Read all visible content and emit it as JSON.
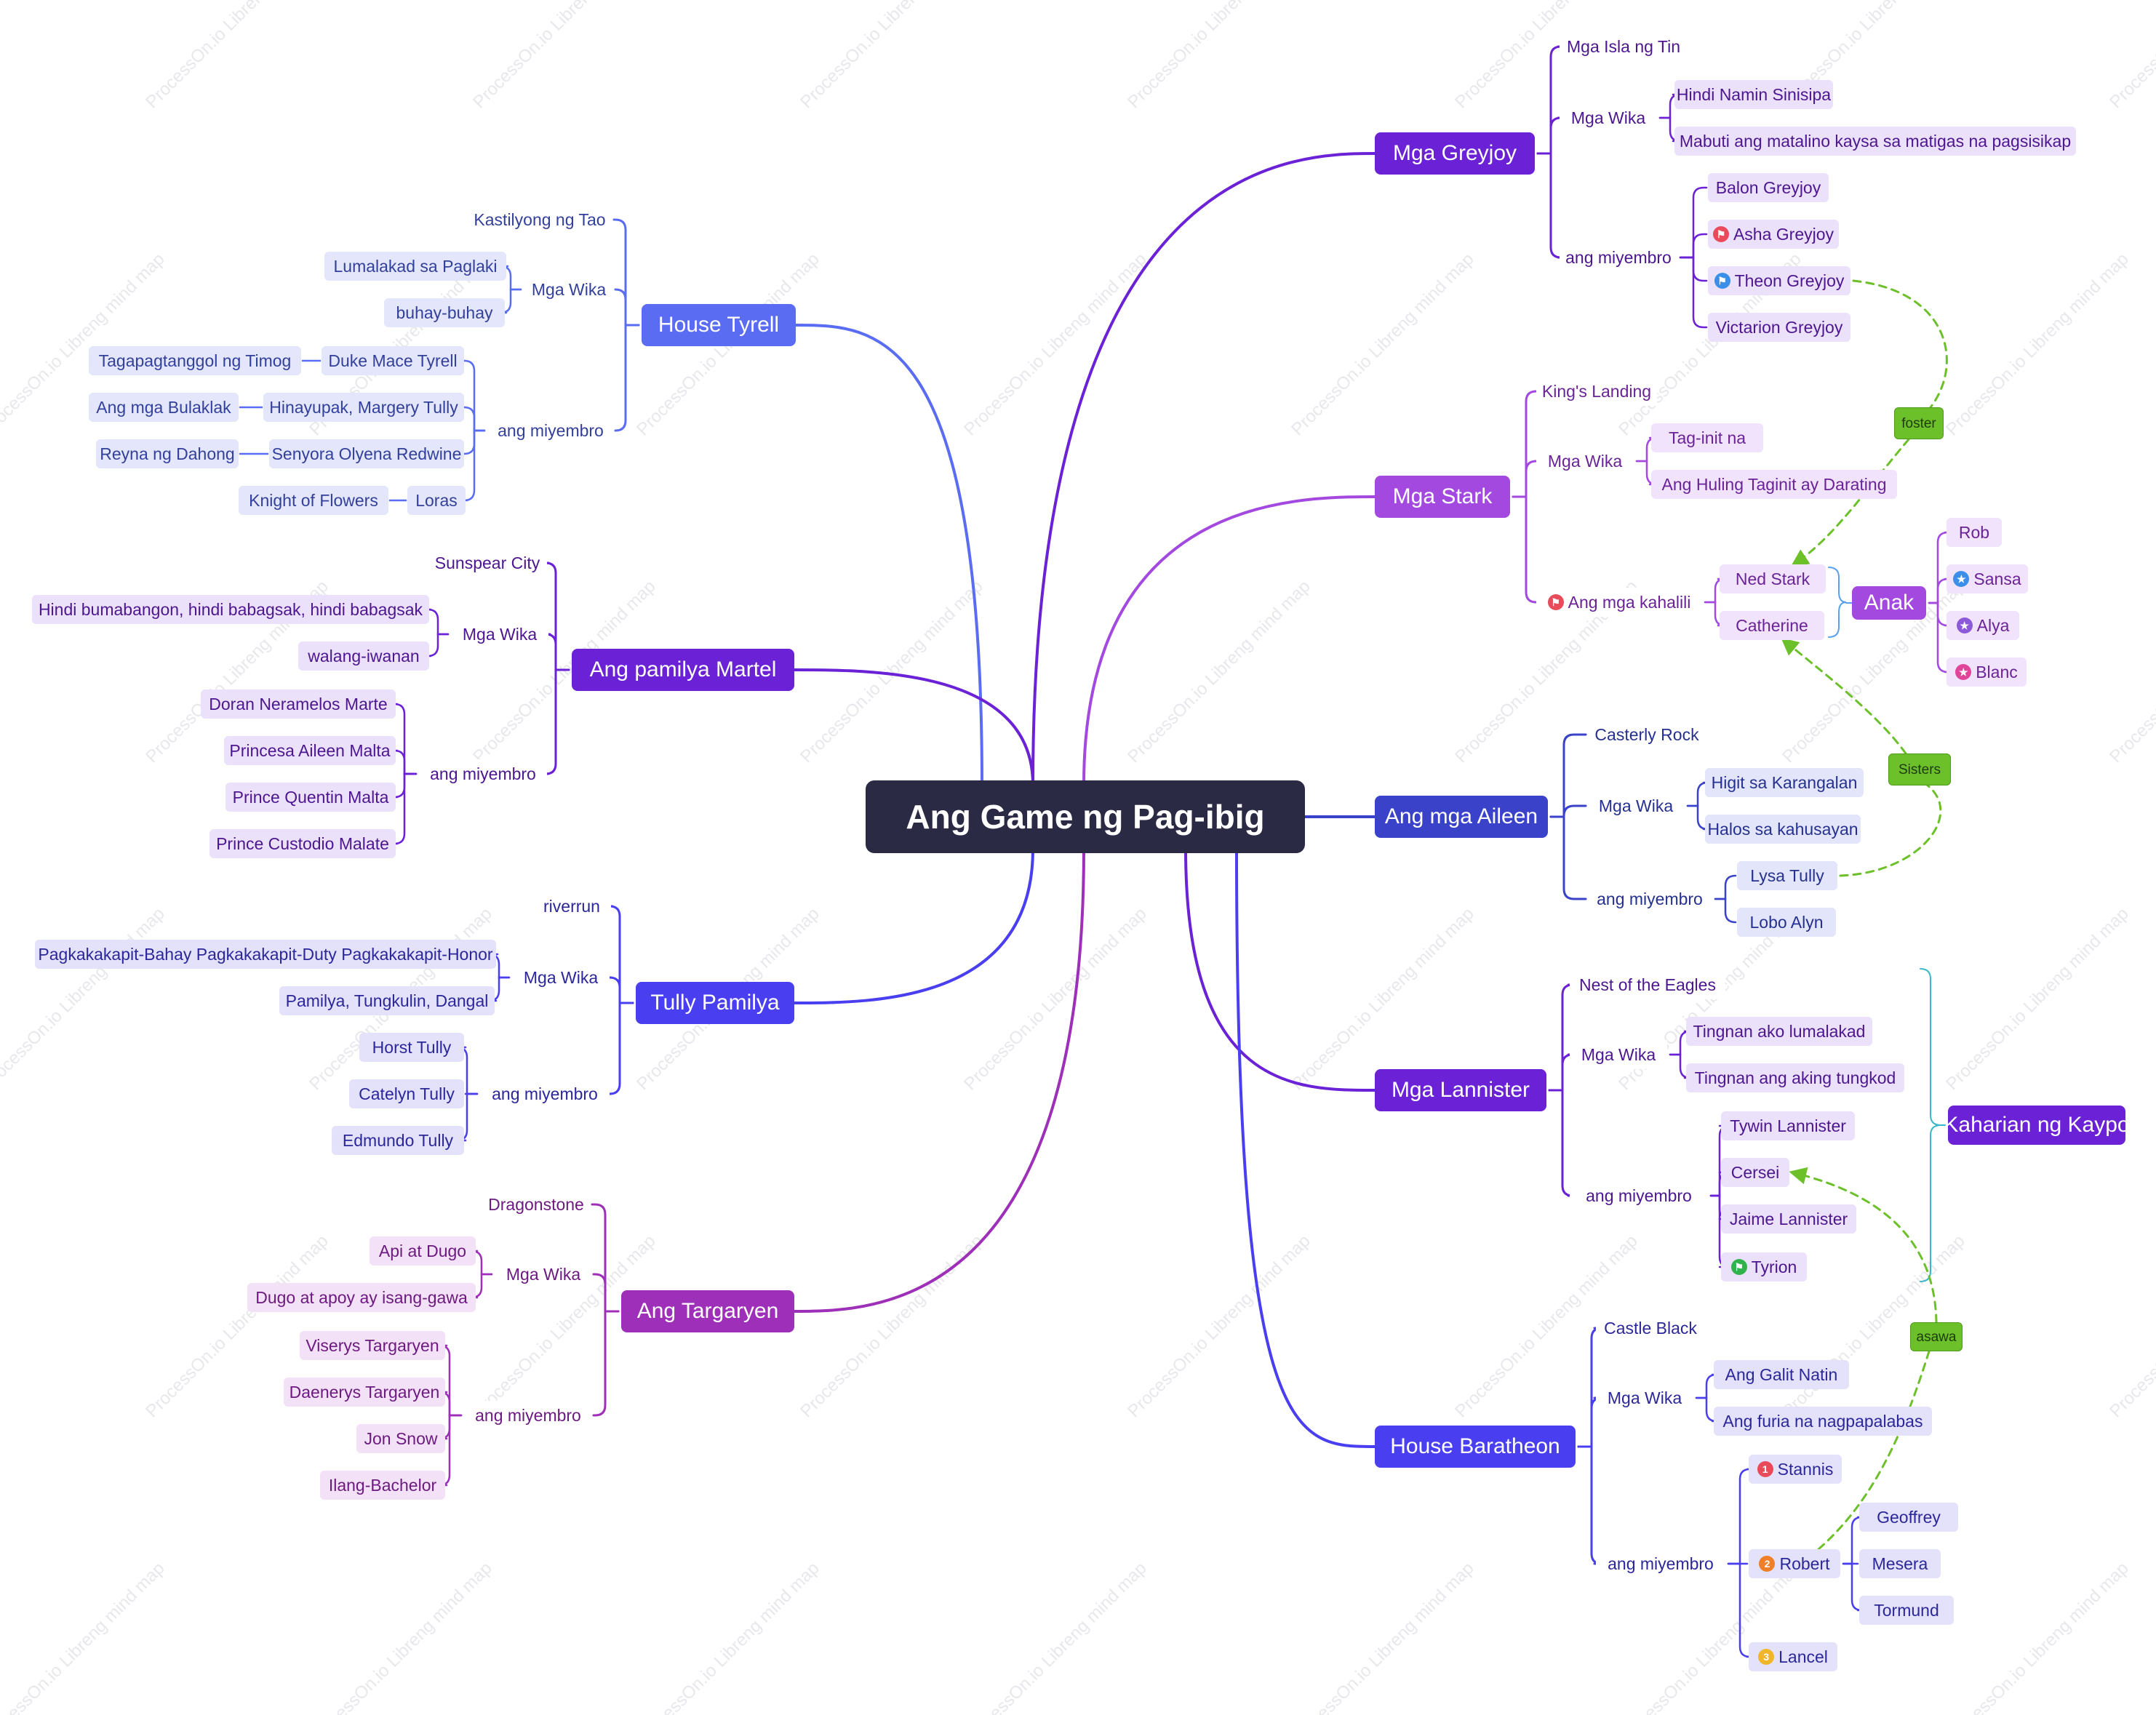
{
  "root": {
    "label": "Ang Game ng Pag-ibig"
  },
  "icon_colors": {
    "flag-red": "#e94b5b",
    "flag-blue": "#3b8fe8",
    "flag-green": "#2fb34a",
    "star-blue": "#3b8fe8",
    "star-purple": "#8c5ad8",
    "star-pink": "#e0459a",
    "num-red": "#e94b5b",
    "num-orange": "#f07f2a",
    "num-yellow": "#f0b62a"
  },
  "icon_glyphs": {
    "flag-red": "⚑",
    "flag-blue": "⚑",
    "flag-green": "⚑",
    "star-blue": "★",
    "star-purple": "★",
    "star-pink": "★",
    "num-red": "1",
    "num-orange": "2",
    "num-yellow": "3"
  },
  "branches": [
    {
      "label": "Mga Greyjoy",
      "color": "#6b21d6",
      "leaf_bg": "#ece1fa",
      "leaf_fg": "#4c168f",
      "seat": {
        "label": "Mga Isla ng Tin"
      },
      "words_label": "Mga Wika",
      "words": [
        {
          "label": "Hindi Namin Sinisipa"
        },
        {
          "label": "Mabuti ang matalino kaysa sa matigas na pagsisikap"
        }
      ],
      "members_label": "ang miyembro",
      "members": [
        {
          "label": "Balon Greyjoy"
        },
        {
          "label": "Asha Greyjoy",
          "icon": "flag-red"
        },
        {
          "label": "Theon Greyjoy",
          "icon": "flag-blue"
        },
        {
          "label": "Victarion Greyjoy"
        }
      ]
    },
    {
      "label": "Mga Stark",
      "color": "#a349e0",
      "leaf_bg": "#f1e3fb",
      "leaf_fg": "#6a2396",
      "seat": {
        "label": "King's Landing"
      },
      "words_label": "Mga Wika",
      "words": [
        {
          "label": "Tag-init na"
        },
        {
          "label": "Ang Huling Taginit ay Darating"
        }
      ],
      "members_label": "Ang mga kahalili",
      "members_icon": "flag-red",
      "members": [
        {
          "label": "Ned Stark"
        },
        {
          "label": "Catherine"
        }
      ],
      "summary": {
        "label": "Anak",
        "children": [
          {
            "label": "Rob"
          },
          {
            "label": "Sansa",
            "icon": "star-blue"
          },
          {
            "label": "Alya",
            "icon": "star-purple"
          },
          {
            "label": "Blanc",
            "icon": "star-pink"
          }
        ]
      }
    },
    {
      "label": "Ang mga Aileen",
      "color": "#3a42c9",
      "leaf_bg": "#e3e6fa",
      "leaf_fg": "#26318f",
      "seat": {
        "label": "Casterly Rock"
      },
      "words_label": "Mga Wika",
      "words": [
        {
          "label": "Higit sa Karangalan"
        },
        {
          "label": "Halos sa kahusayan"
        }
      ],
      "members_label": "ang miyembro",
      "members": [
        {
          "label": "Lysa Tully"
        },
        {
          "label": "Lobo Alyn"
        }
      ]
    },
    {
      "label": "Mga Lannister",
      "color": "#6b21d6",
      "leaf_bg": "#ece1fa",
      "leaf_fg": "#4c168f",
      "seat": {
        "label": "Nest of the Eagles"
      },
      "words_label": "Mga Wika",
      "words": [
        {
          "label": "Tingnan ako lumalakad"
        },
        {
          "label": "Tingnan ang aking tungkod"
        }
      ],
      "members_label": "ang miyembro",
      "members": [
        {
          "label": "Tywin Lannister"
        },
        {
          "label": "Cersei"
        },
        {
          "label": "Jaime Lannister"
        },
        {
          "label": "Tyrion",
          "icon": "flag-green"
        }
      ]
    },
    {
      "label": "House Baratheon",
      "color": "#4a3ff0",
      "leaf_bg": "#e4e2fb",
      "leaf_fg": "#2c2799",
      "seat": {
        "label": "Castle Black"
      },
      "words_label": "Mga Wika",
      "words": [
        {
          "label": "Ang Galit Natin"
        },
        {
          "label": "Ang furia na nagpapalabas"
        }
      ],
      "members_label": "ang miyembro",
      "members": [
        {
          "label": "Stannis",
          "icon": "num-red"
        },
        {
          "label": "Robert",
          "icon": "num-orange",
          "children": [
            {
              "label": "Geoffrey"
            },
            {
              "label": "Mesera"
            },
            {
              "label": "Tormund"
            }
          ]
        },
        {
          "label": "Lancel",
          "icon": "num-yellow"
        }
      ]
    },
    {
      "label": "House Tyrell",
      "color": "#5a6cf2",
      "leaf_bg": "#e4e7fb",
      "leaf_fg": "#33409a",
      "seat": {
        "label": "Kastilyong ng Tao"
      },
      "words_label": "Mga Wika",
      "words": [
        {
          "label": "Lumalakad sa Paglaki"
        },
        {
          "label": "buhay-buhay"
        }
      ],
      "members_label": "ang miyembro",
      "members": [
        {
          "label": "Duke Mace Tyrell",
          "children": [
            {
              "label": "Tagapagtanggol ng Timog"
            }
          ]
        },
        {
          "label": "Hinayupak, Margery Tully",
          "children": [
            {
              "label": "Ang mga Bulaklak"
            }
          ]
        },
        {
          "label": "Senyora Olyena Redwine",
          "children": [
            {
              "label": "Reyna ng Dahong"
            }
          ]
        },
        {
          "label": "Loras",
          "children": [
            {
              "label": "Knight of Flowers"
            }
          ]
        }
      ]
    },
    {
      "label": "Ang pamilya Martel",
      "color": "#6b21d6",
      "leaf_bg": "#ece1fa",
      "leaf_fg": "#4c168f",
      "seat": {
        "label": "Sunspear City"
      },
      "words_label": "Mga Wika",
      "words": [
        {
          "label": "Hindi bumabangon, hindi babagsak, hindi babagsak"
        },
        {
          "label": "walang-iwanan"
        }
      ],
      "members_label": "ang miyembro",
      "members": [
        {
          "label": "Doran Neramelos Marte"
        },
        {
          "label": "Princesa Aileen Malta"
        },
        {
          "label": "Prince Quentin Malta"
        },
        {
          "label": "Prince Custodio Malate"
        }
      ]
    },
    {
      "label": "Tully Pamilya",
      "color": "#4a3ff0",
      "leaf_bg": "#e4e2fb",
      "leaf_fg": "#2c2799",
      "seat": {
        "label": "riverrun"
      },
      "words_label": "Mga Wika",
      "words": [
        {
          "label": "Pagkakakapit-Bahay Pagkakakapit-Duty Pagkakakapit-Honor"
        },
        {
          "label": "Pamilya, Tungkulin, Dangal"
        }
      ],
      "members_label": "ang miyembro",
      "members": [
        {
          "label": "Horst Tully"
        },
        {
          "label": "Catelyn Tully"
        },
        {
          "label": "Edmundo Tully"
        }
      ]
    },
    {
      "label": "Ang Targaryen",
      "color": "#9e2fb8",
      "leaf_bg": "#f3e2f7",
      "leaf_fg": "#6d1a80",
      "seat": {
        "label": "Dragonstone"
      },
      "words_label": "Mga Wika",
      "words": [
        {
          "label": "Api at Dugo"
        },
        {
          "label": "Dugo at apoy ay isang-gawa"
        }
      ],
      "members_label": "ang miyembro",
      "members": [
        {
          "label": "Viserys Targaryen"
        },
        {
          "label": "Daenerys Targaryen"
        },
        {
          "label": "Jon Snow"
        },
        {
          "label": "Ilang-Bachelor"
        }
      ]
    }
  ],
  "group_summary": {
    "label": "Kaharian ng Kaypo"
  },
  "relations": [
    {
      "label": "foster"
    },
    {
      "label": "Sisters"
    },
    {
      "label": "asawa"
    }
  ],
  "watermark": {
    "text": "ProcessOn.io Libreng mind map"
  }
}
